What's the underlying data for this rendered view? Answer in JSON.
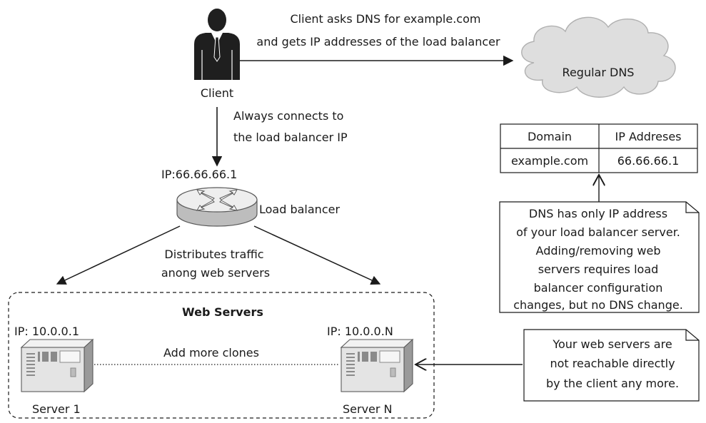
{
  "client": {
    "label": "Client",
    "dns_query_line1": "Client asks DNS for example.com",
    "dns_query_line2": "and gets IP addresses of the load balancer",
    "connect_line1": "Always connects to",
    "connect_line2": "the load balancer IP"
  },
  "dns": {
    "label": "Regular DNS",
    "table": {
      "headers": [
        "Domain",
        "IP Addreses"
      ],
      "rows": [
        [
          "example.com",
          "66.66.66.1"
        ]
      ]
    }
  },
  "load_balancer": {
    "ip": "IP:66.66.66.1",
    "label": "Load balancer",
    "distribute_line1": "Distributes traffic",
    "distribute_line2": "anong web servers"
  },
  "web_servers": {
    "title": "Web Servers",
    "clone_label": "Add more clones",
    "servers": [
      {
        "ip": "IP: 10.0.0.1",
        "name": "Server 1"
      },
      {
        "ip": "IP: 10.0.0.N",
        "name": "Server N"
      }
    ]
  },
  "notes": {
    "dns_note": [
      "DNS has only IP address",
      "of your load balancer server.",
      "Adding/removing web",
      "servers requires load",
      "balancer configuration",
      "changes, but no DNS change."
    ],
    "servers_note": [
      "Your web servers are",
      "not reachable directly",
      "by the client any more."
    ]
  },
  "colors": {
    "ink": "#1a1a1a",
    "cloud_fill": "#dedede",
    "device_fill": "#e4e4e4",
    "device_dark": "#8a8a8a"
  }
}
